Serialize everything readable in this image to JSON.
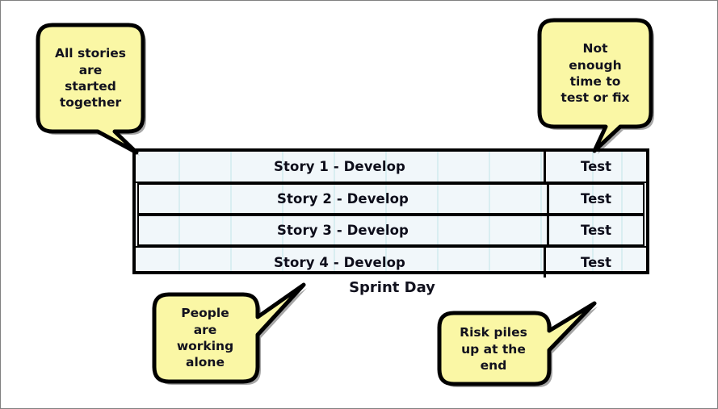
{
  "diagram": {
    "title_label": "Sprint Day",
    "table": {
      "rows": [
        {
          "develop": "Story 1 - Develop",
          "test": "Test"
        },
        {
          "develop": "Story 2 - Develop",
          "test": "Test"
        },
        {
          "develop": "Story 3 - Develop",
          "test": "Test"
        },
        {
          "develop": "Story 4 - Develop",
          "test": "Test"
        }
      ],
      "gridline_count": 10,
      "cell_fill": "#f1f7fa",
      "gridline_color": "#d9eef1",
      "border_color": "#000000"
    },
    "callouts": [
      {
        "id": "all-stories-started-together",
        "text": "All stories\nare\nstarted\ntogether",
        "fill": "#faf7a5",
        "stroke": "#000000"
      },
      {
        "id": "not-enough-time-to-test-or-fix",
        "text": "Not\nenough\ntime to\ntest or fix",
        "fill": "#faf7a5",
        "stroke": "#000000"
      },
      {
        "id": "people-are-working-alone",
        "text": "People\nare\nworking\nalone",
        "fill": "#faf7a5",
        "stroke": "#000000"
      },
      {
        "id": "risk-piles-up-at-the-end",
        "text": "Risk piles\nup at the\nend",
        "fill": "#faf7a5",
        "stroke": "#000000"
      }
    ]
  }
}
